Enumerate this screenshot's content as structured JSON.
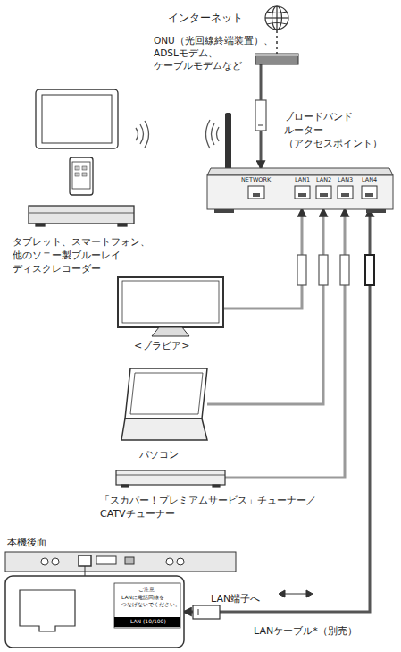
{
  "diagram": {
    "nodes": [
      {
        "text": [
          "インターネット"
        ]
      },
      {
        "text": [
          "ONU（光回線終端装置）、 ADSLモデム、 ケーブルモデムなど"
        ]
      },
      {
        "text": [
          "ブロードバンド ルーター （アクセスポイント）",
          "NETWORK",
          "LAN1",
          "LAN2",
          "LAN3",
          "LAN4"
        ]
      },
      {
        "text": [
          "タブレット、スマートフォン、 他のソニー製ブルーレイ ディスクレコーダー"
        ]
      },
      {
        "text": [
          "<ブラビア>"
        ]
      },
      {
        "text": [
          "パソコン"
        ]
      },
      {
        "text": [
          "「スカパー！プレミアムサービス」チューナー／ CATVチューナー"
        ]
      },
      {
        "text": [
          "本機後面"
        ]
      },
      {
        "text": [
          "ご注意",
          "LANに電話回線を つなげないでください。",
          "LAN (10/100)"
        ]
      }
    ],
    "edges": [
      {
        "from": 0,
        "to": 1,
        "arrow": "none"
      },
      {
        "from": 1,
        "to": 2,
        "arrow": "to"
      },
      {
        "from": 4,
        "to": 2,
        "arrow": "to"
      },
      {
        "from": 5,
        "to": 2,
        "arrow": "to"
      },
      {
        "from": 6,
        "to": 2,
        "arrow": "to"
      },
      {
        "from": 8,
        "to": 2,
        "label": "LANケーブル*（別売）",
        "arrow": "both"
      }
    ],
    "labels": [
      "LAN端子へ"
    ]
  }
}
